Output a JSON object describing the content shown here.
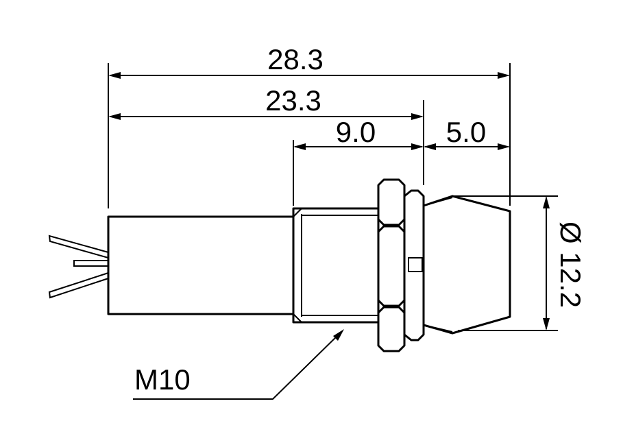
{
  "dimensions": {
    "overall_length": "28.3",
    "length_to_flange": "23.3",
    "thread_length": "9.0",
    "lens_length": "5.0",
    "lens_diameter": "Ø 12.2"
  },
  "callouts": {
    "thread": "M10"
  },
  "colors": {
    "line": "#000000",
    "background": "#ffffff"
  }
}
